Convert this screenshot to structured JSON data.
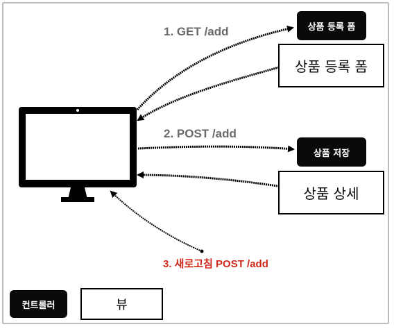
{
  "controllers": {
    "form": "상품 등록 폼",
    "save": "상품 저장"
  },
  "views": {
    "form": "상품 등록 폼",
    "detail": "상품 상세"
  },
  "steps": {
    "step1": "1. GET /add",
    "step2": "2. POST /add",
    "step3": "3. 새로고침 POST /add"
  },
  "legend": {
    "controller": "컨트롤러",
    "view": "뷰"
  },
  "colors": {
    "step_label": "#6a6a6a",
    "refresh_label": "#d0291b",
    "controller_bg": "#0a0a0a"
  }
}
